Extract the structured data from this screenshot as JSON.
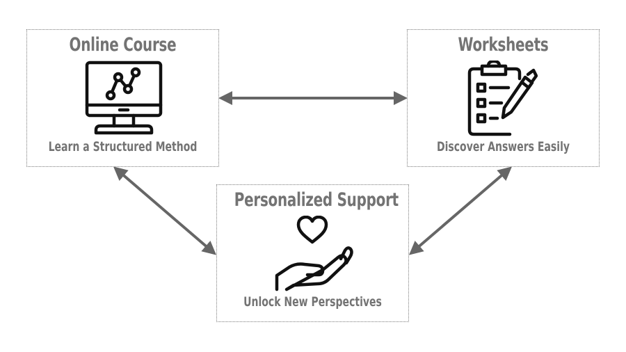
{
  "nodes": {
    "online_course": {
      "title": "Online Course",
      "caption": "Learn a Structured Method",
      "icon": "computer-chart-icon"
    },
    "worksheets": {
      "title": "Worksheets",
      "caption": "Discover Answers Easily",
      "icon": "clipboard-checklist-icon"
    },
    "personalized_support": {
      "title": "Personalized Support",
      "caption": "Unlock New Perspectives",
      "icon": "heart-hand-icon"
    }
  },
  "connections": [
    {
      "from": "online_course",
      "to": "worksheets",
      "type": "bidirectional"
    },
    {
      "from": "online_course",
      "to": "personalized_support",
      "type": "bidirectional"
    },
    {
      "from": "worksheets",
      "to": "personalized_support",
      "type": "bidirectional"
    }
  ],
  "colors": {
    "text": "#737373",
    "arrow": "#666666",
    "icon": "#111111",
    "border": "#7a7a7a"
  }
}
